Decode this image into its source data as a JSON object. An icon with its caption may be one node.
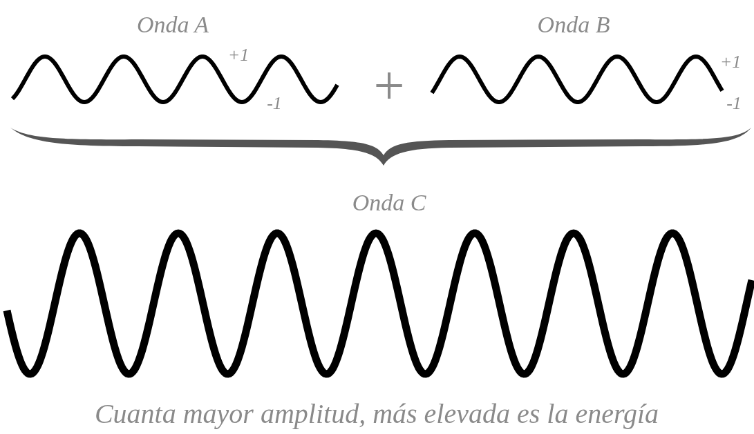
{
  "diagram": {
    "caption": "Cuanta mayor amplitud, más elevada es la energía",
    "labels": [
      "Onda A",
      "Onda B",
      "+1",
      "-1",
      "+",
      "+1",
      "-1",
      "Onda C"
    ]
  }
}
